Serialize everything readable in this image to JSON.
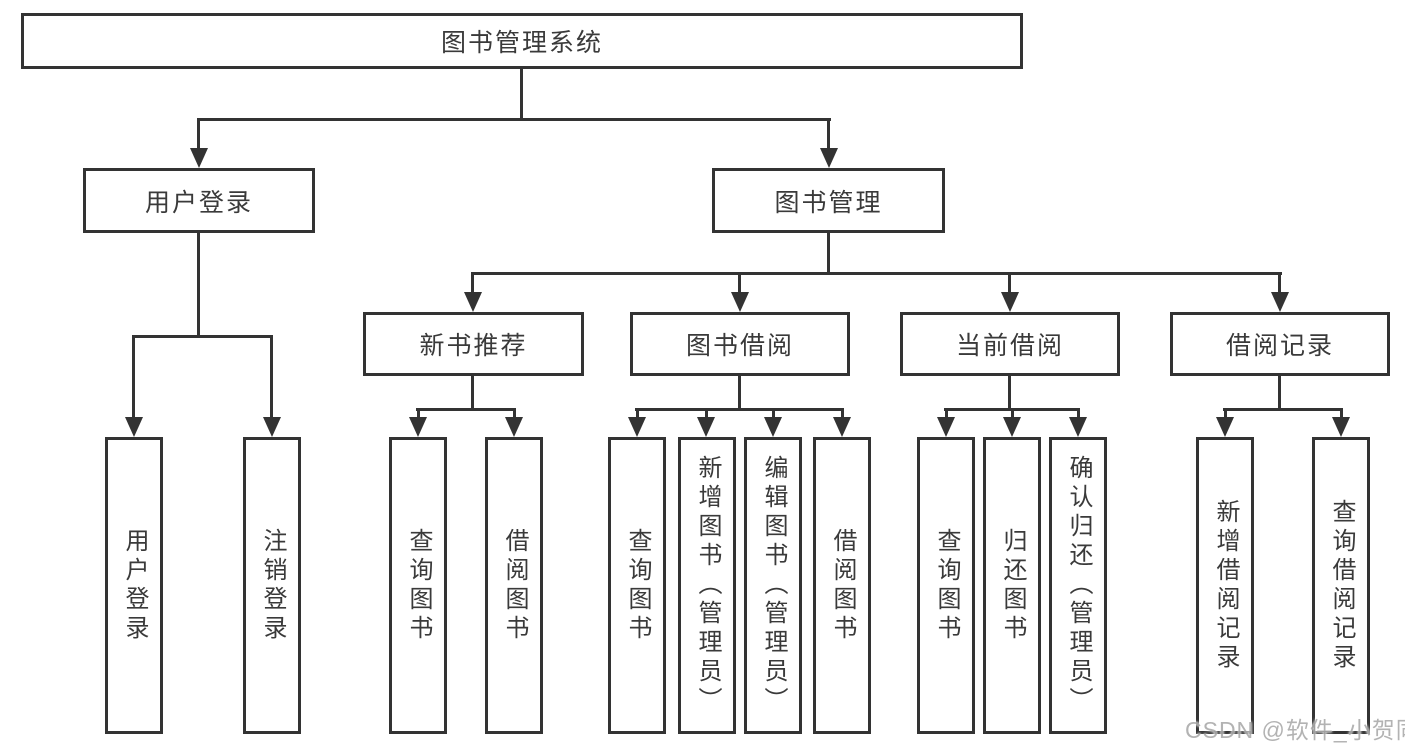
{
  "diagram": {
    "root": {
      "label": "图书管理系统"
    },
    "user_login": {
      "label": "用户登录",
      "children": [
        "用户登录",
        "注销登录"
      ]
    },
    "book_management": {
      "label": "图书管理",
      "sections": [
        {
          "label": "新书推荐",
          "children": [
            "查询图书",
            "借阅图书"
          ]
        },
        {
          "label": "图书借阅",
          "children": [
            "查询图书",
            "新增图书（管理员）",
            "编辑图书（管理员）",
            "借阅图书"
          ]
        },
        {
          "label": "当前借阅",
          "children": [
            "查询图书",
            "归还图书",
            "确认归还（管理员）"
          ]
        },
        {
          "label": "借阅记录",
          "children": [
            "新增借阅记录",
            "查询借阅记录"
          ]
        }
      ]
    }
  },
  "watermark": {
    "text": "CSDN @软件_小贺同学"
  },
  "colors": {
    "line": "#333333",
    "text": "#3a3a3a",
    "watermark": "#ababab",
    "background": "#ffffff"
  }
}
